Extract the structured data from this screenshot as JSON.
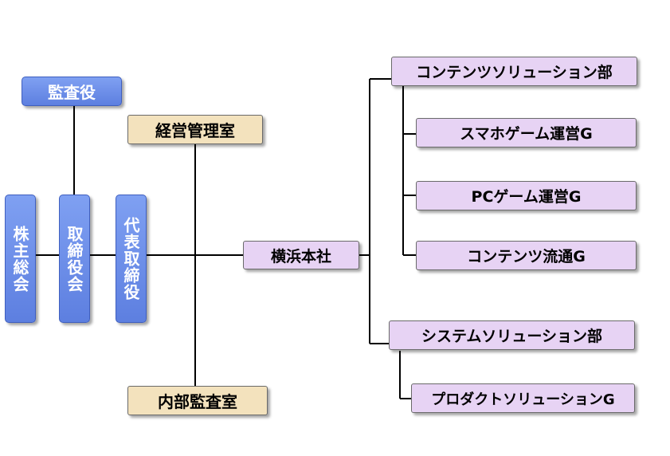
{
  "colors": {
    "executive_fill": "#6b8ce8",
    "staff_fill": "#f3e2bd",
    "division_fill": "#e7d3f4",
    "connector": "#000000"
  },
  "nodes": {
    "auditor": "監査役",
    "shareholders_meeting": "株主総会",
    "board": "取締役会",
    "representative_director": "代表取締役",
    "management_office": "経営管理室",
    "internal_audit_office": "内部監査室",
    "yokohama_head_office": "横浜本社",
    "content_solutions_dept": "コンテンツソリューション部",
    "smartphone_game_ops_group": "スマホゲーム運営G",
    "pc_game_ops_group": "PCゲーム運営G",
    "content_distribution_group": "コンテンツ流通G",
    "system_solutions_dept": "システムソリューション部",
    "product_solutions_group": "プロダクトソリューションG"
  }
}
